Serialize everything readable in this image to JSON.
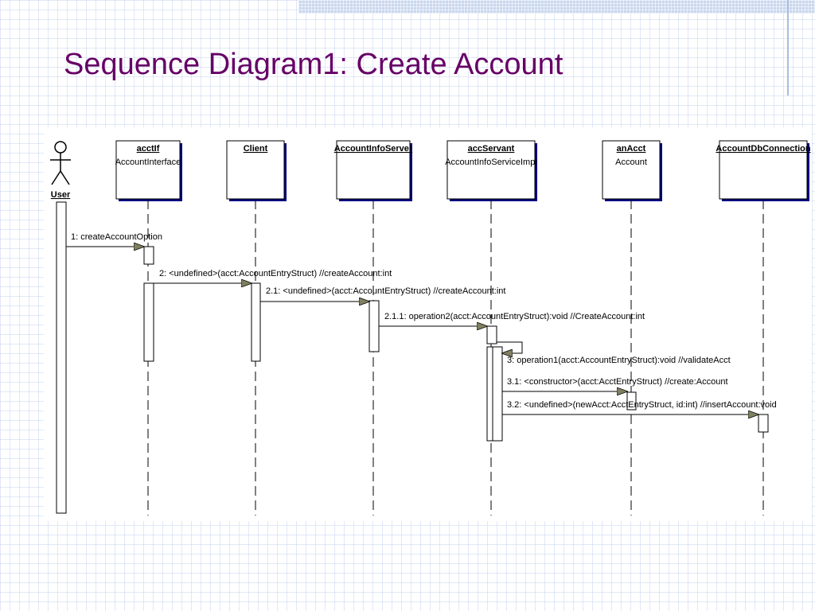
{
  "title": "Sequence Diagram1: Create Account",
  "actor": {
    "name": "User"
  },
  "objects": [
    {
      "name": "acctIf",
      "class": "AccountInterface"
    },
    {
      "name": "Client",
      "class": ""
    },
    {
      "name": "AccountInfoServer",
      "class": ""
    },
    {
      "name": "accServant",
      "class": "AccountInfoServiceImpl"
    },
    {
      "name": "anAcct",
      "class": "Account"
    },
    {
      "name": "AccountDbConnection",
      "class": ""
    }
  ],
  "messages": [
    "1: createAccountOption",
    "2: <undefined>(acct:AccountEntryStruct) //createAccount:int",
    "2.1: <undefined>(acct:AccountEntryStruct) //createAccount:int",
    "2.1.1: operation2(acct:AccountEntryStruct):void //CreateAccount:int",
    "3: operation1(acct:AccountEntryStruct):void //validateAcct",
    "3.1: <constructor>(acct:AcctEntryStruct) //create:Account",
    "3.2: <undefined>(newAcct:AcctEntryStruct, id:int) //insertAccount:void"
  ],
  "colors": {
    "title": "#660066",
    "box_fill": "#ffffff",
    "box_shadow": "#000080",
    "line": "#000000",
    "arrow_fill": "#808060"
  }
}
